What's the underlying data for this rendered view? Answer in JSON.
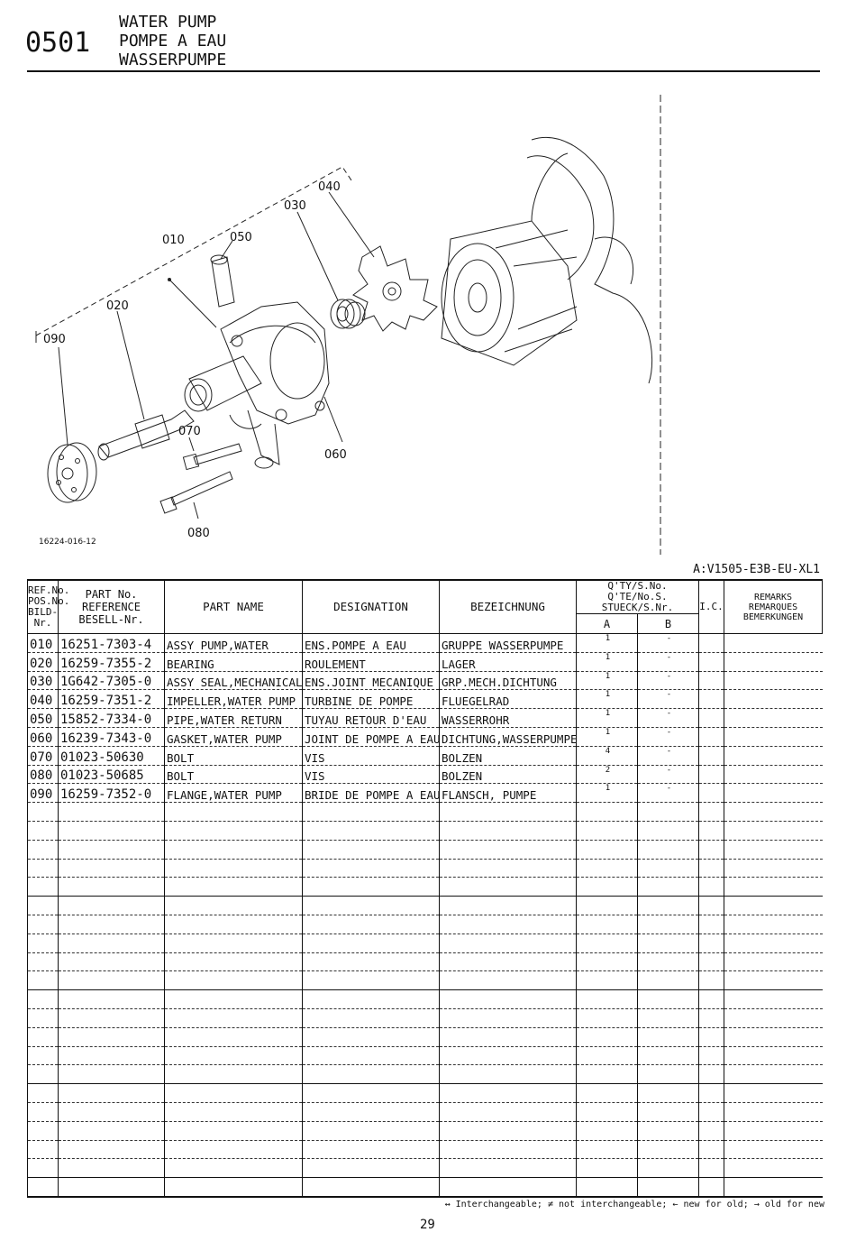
{
  "header": {
    "section_code": "0501",
    "titles": [
      "WATER PUMP",
      "POMPE A EAU",
      "WASSERPUMPE"
    ]
  },
  "diagram": {
    "callouts": [
      "010",
      "020",
      "030",
      "040",
      "050",
      "060",
      "070",
      "080",
      "090"
    ],
    "drawing_id": "16224-016-12"
  },
  "model_applicability": "A:V1505-E3B-EU-XL1",
  "table": {
    "headers": {
      "ref_no": [
        "REF.No.",
        "POS.No.",
        "BILD-Nr."
      ],
      "part_no": [
        "PART No.",
        "REFERENCE",
        "BESELL-Nr."
      ],
      "part_name": "PART NAME",
      "designation": "DESIGNATION",
      "bezeichnung": "BEZEICHNUNG",
      "qty": [
        "Q'TY/S.No.",
        "Q'TE/No.S.",
        "STUECK/S.Nr."
      ],
      "qty_a": "A",
      "qty_b": "B",
      "ic": "I.C.",
      "remarks": [
        "REMARKS",
        "REMARQUES",
        "BEMERKUNGEN"
      ]
    },
    "rows": [
      {
        "ref": "010",
        "part_no": "16251-7303-4",
        "name": "ASSY PUMP,WATER",
        "designation": "ENS.POMPE A EAU",
        "bezeichnung": "GRUPPE WASSERPUMPE",
        "qty_a": "1",
        "qty_b": "-"
      },
      {
        "ref": "020",
        "part_no": "16259-7355-2",
        "name": "BEARING",
        "designation": "ROULEMENT",
        "bezeichnung": "LAGER",
        "qty_a": "1",
        "qty_b": "-"
      },
      {
        "ref": "030",
        "part_no": "1G642-7305-0",
        "name": "ASSY SEAL,MECHANICAL",
        "designation": "ENS.JOINT MECANIQUE",
        "bezeichnung": "GRP.MECH.DICHTUNG",
        "qty_a": "1",
        "qty_b": "-"
      },
      {
        "ref": "040",
        "part_no": "16259-7351-2",
        "name": "IMPELLER,WATER PUMP",
        "designation": "TURBINE DE POMPE",
        "bezeichnung": "FLUEGELRAD",
        "qty_a": "1",
        "qty_b": "-"
      },
      {
        "ref": "050",
        "part_no": "15852-7334-0",
        "name": "PIPE,WATER RETURN",
        "designation": "TUYAU RETOUR D'EAU",
        "bezeichnung": "WASSERROHR",
        "qty_a": "1",
        "qty_b": "-"
      },
      {
        "ref": "060",
        "part_no": "16239-7343-0",
        "name": "GASKET,WATER PUMP",
        "designation": "JOINT DE POMPE A EAU",
        "bezeichnung": "DICHTUNG,WASSERPUMPE",
        "qty_a": "1",
        "qty_b": "-"
      },
      {
        "ref": "070",
        "part_no": "01023-50630",
        "name": "BOLT",
        "designation": "VIS",
        "bezeichnung": "BOLZEN",
        "qty_a": "4",
        "qty_b": "-"
      },
      {
        "ref": "080",
        "part_no": "01023-50685",
        "name": "BOLT",
        "designation": "VIS",
        "bezeichnung": "BOLZEN",
        "qty_a": "2",
        "qty_b": "-"
      },
      {
        "ref": "090",
        "part_no": "16259-7352-0",
        "name": "FLANGE,WATER PUMP",
        "designation": "BRIDE DE POMPE A EAU",
        "bezeichnung": "FLANSCH, PUMPE",
        "qty_a": "1",
        "qty_b": "-"
      }
    ]
  },
  "legend": "↔ Interchangeable; ≠ not interchangeable; ← new for old; → old for new",
  "page_number": "29"
}
